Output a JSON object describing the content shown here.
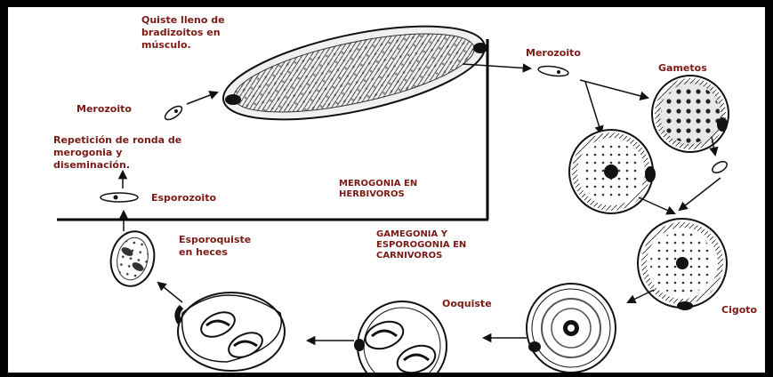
{
  "labels": {
    "quiste_line1": "Quiste lleno de",
    "quiste_line2": "bradizoitos en",
    "quiste_line3": "músculo.",
    "merozoito_left": "Merozoito",
    "merozoito_right": "Merozoito",
    "gametos": "Gametos",
    "repeticion_line1": "Repetición de ronda de",
    "repeticion_line2": "merogonia y",
    "repeticion_line3": "diseminación.",
    "esporozoito": "Esporozoito",
    "merogonia_line1": "MEROGONIA EN",
    "merogonia_line2": "HERBIVOROS",
    "gamegonia_line1": "GAMEGONIA Y",
    "gamegonia_line2": "ESPOROGONIA EN",
    "gamegonia_line3": "CARNIVOROS",
    "esporoquiste_line1": "Esporoquiste",
    "esporoquiste_line2": "en heces",
    "ooquiste": "Ooquiste",
    "cigoto": "Cigoto"
  },
  "colors": {
    "frame": "#000000",
    "paper": "#ffffff",
    "label": "#7a1a14",
    "ink": "#1a1a1a"
  }
}
